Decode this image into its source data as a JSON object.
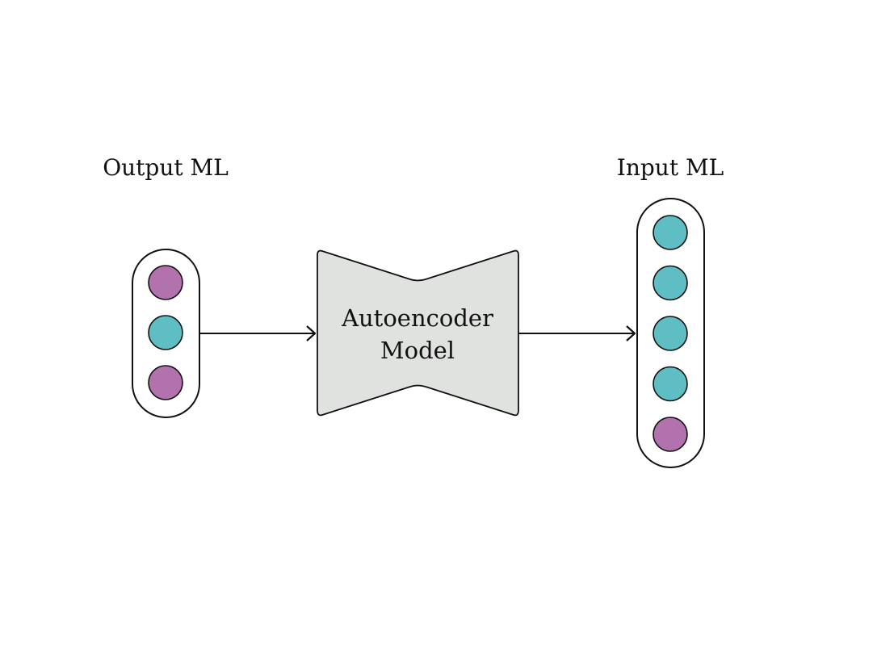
{
  "left_group": {
    "label": "Output ML",
    "nodes": [
      "purple",
      "teal",
      "purple"
    ]
  },
  "model": {
    "line1": "Autoencoder",
    "line2": "Model"
  },
  "right_group": {
    "label": "Input ML",
    "nodes": [
      "teal",
      "teal",
      "teal",
      "teal",
      "purple"
    ]
  },
  "colors": {
    "purple": "#b272ae",
    "teal": "#5fbec3",
    "model_fill": "#e0e2e0",
    "stroke": "#111111"
  }
}
